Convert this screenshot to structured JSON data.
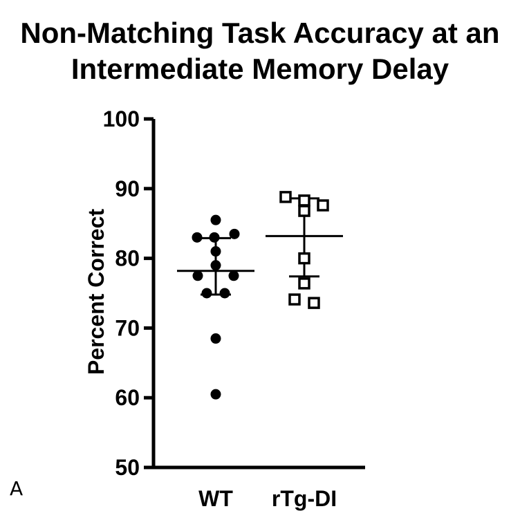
{
  "title_line1": "Non-Matching Task Accuracy at an",
  "title_line2": "Intermediate Memory Delay",
  "panel_label": "A",
  "chart_data": {
    "type": "scatter",
    "title": "Non-Matching Task Accuracy at an Intermediate Memory Delay",
    "xlabel": "",
    "ylabel": "Percent Correct",
    "ylim": [
      50,
      100
    ],
    "yticks": [
      50,
      60,
      70,
      80,
      90,
      100
    ],
    "categories": [
      "WT",
      "rTg-DI"
    ],
    "grid": false,
    "series": [
      {
        "category": "WT",
        "marker": "filled-circle",
        "values": [
          85.5,
          83.0,
          83.0,
          83.5,
          81.0,
          79.0,
          77.5,
          77.5,
          75.0,
          75.0,
          68.5,
          60.5
        ],
        "mean": 78.2,
        "sd_low": 74.8,
        "sd_high": 82.9
      },
      {
        "category": "rTg-DI",
        "marker": "open-square",
        "values": [
          88.8,
          88.3,
          87.6,
          86.8,
          80.0,
          76.4,
          74.1,
          73.6
        ],
        "mean": 83.2,
        "sd_low": 77.4,
        "sd_high": 88.6
      }
    ],
    "colors": {
      "marker": "#000000",
      "axis": "#000000"
    }
  }
}
